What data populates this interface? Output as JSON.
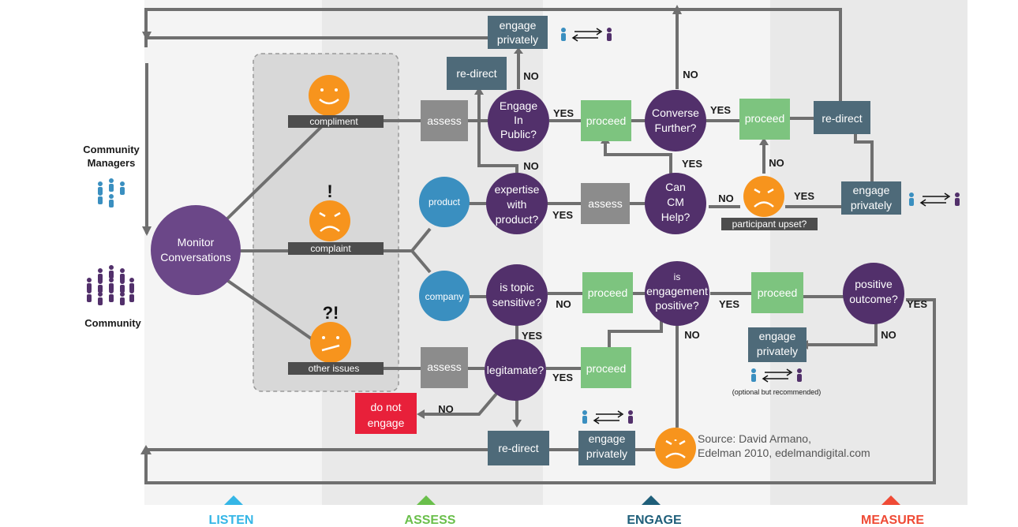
{
  "phases": [
    {
      "label": "LISTEN",
      "color": "#35b6e6"
    },
    {
      "label": "ASSESS",
      "color": "#6abf4b"
    },
    {
      "label": "ENGAGE",
      "color": "#1f5f7a"
    },
    {
      "label": "MEASURE",
      "color": "#ef4a35"
    }
  ],
  "roles": {
    "managers_line1": "Community",
    "managers_line2": "Managers",
    "community": "Community"
  },
  "nodes": {
    "monitor": [
      "Monitor",
      "Conversations"
    ],
    "compliment": "compliment",
    "complaint": "complaint",
    "other_issues": "other issues",
    "complaint_mark": "!",
    "other_mark": "?!",
    "assess": "assess",
    "product": "product",
    "company": "company",
    "engage_public": [
      "Engage",
      "In",
      "Public?"
    ],
    "expertise": [
      "expertise",
      "with",
      "product?"
    ],
    "topic_sensitive": [
      "is topic",
      "sensitive?"
    ],
    "legitimate": "legitamate?",
    "redirect": "re-direct",
    "engage_privately": [
      "engage",
      "privately"
    ],
    "proceed": "proceed",
    "converse": [
      "Converse",
      "Further?"
    ],
    "can_cm": [
      "Can",
      "CM",
      "Help?"
    ],
    "engagement_positive": [
      "is",
      "engagement",
      "positive?"
    ],
    "positive_outcome": [
      "positive",
      "outcome?"
    ],
    "do_not_engage": [
      "do not",
      "engage"
    ],
    "participant_upset": "participant upset?",
    "optional": "(optional but recommended)"
  },
  "labels": {
    "yes": "YES",
    "no": "NO"
  },
  "source": [
    "Source: David Armano,",
    "Edelman 2010, edelmandigital.com"
  ],
  "colors": {
    "purple": "#52306b",
    "orange": "#f7941d",
    "blue": "#3a8fc0",
    "slate": "#4e6a79",
    "green": "#7dc47f",
    "red": "#e8203a"
  }
}
